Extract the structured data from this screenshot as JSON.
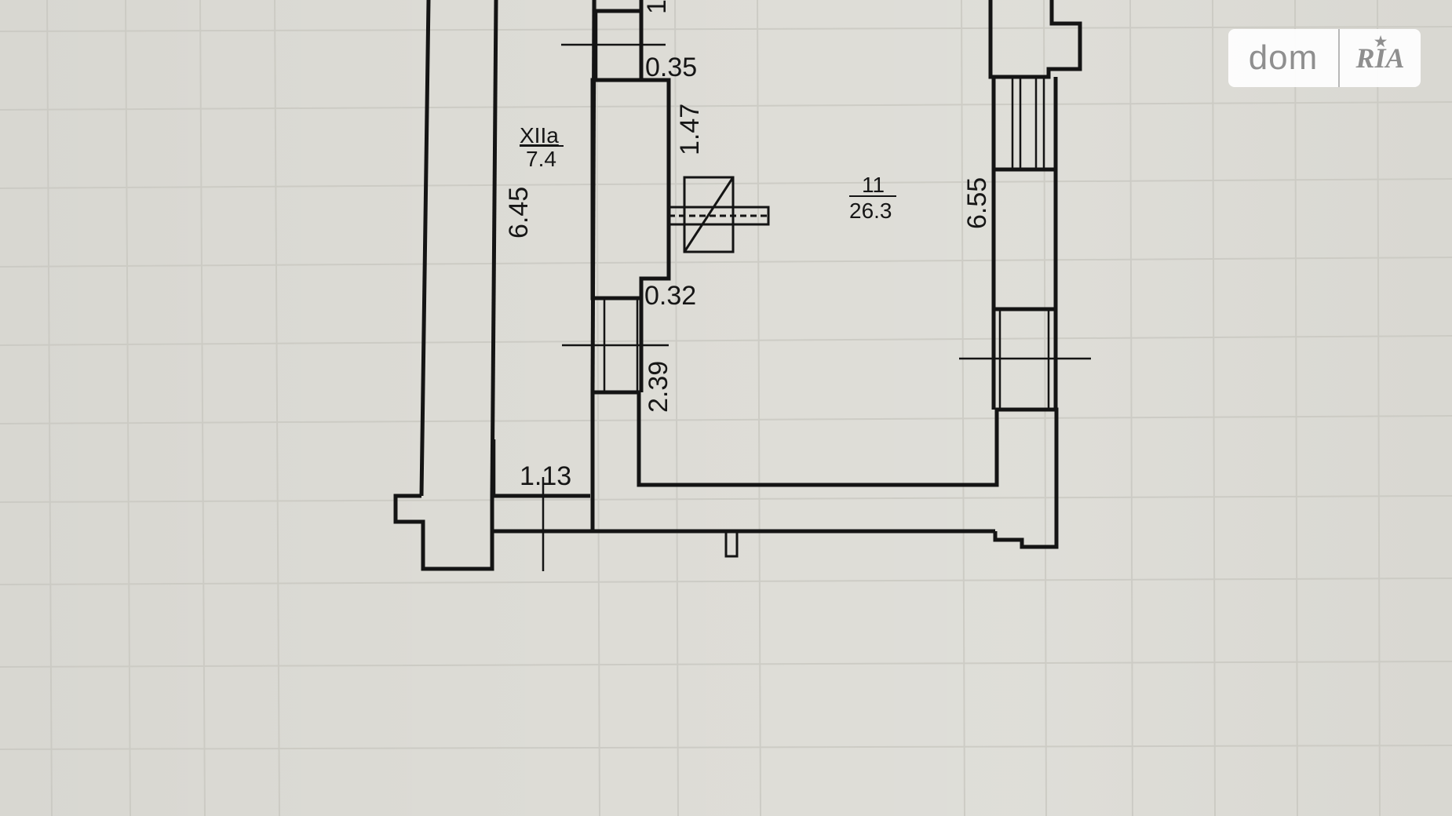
{
  "dimensions": {
    "top_cut": "1",
    "dim_035": "0.35",
    "dim_147": "1.47",
    "dim_645": "6.45",
    "dim_032": "0.32",
    "dim_239": "2.39",
    "dim_655": "6.55",
    "dim_113": "1.13"
  },
  "rooms": {
    "room_xiia": {
      "number": "XIIa",
      "area": "7.4"
    },
    "room_11": {
      "number": "11",
      "area": "26.3"
    }
  },
  "watermark": {
    "left": "dom",
    "right": "RIA"
  }
}
